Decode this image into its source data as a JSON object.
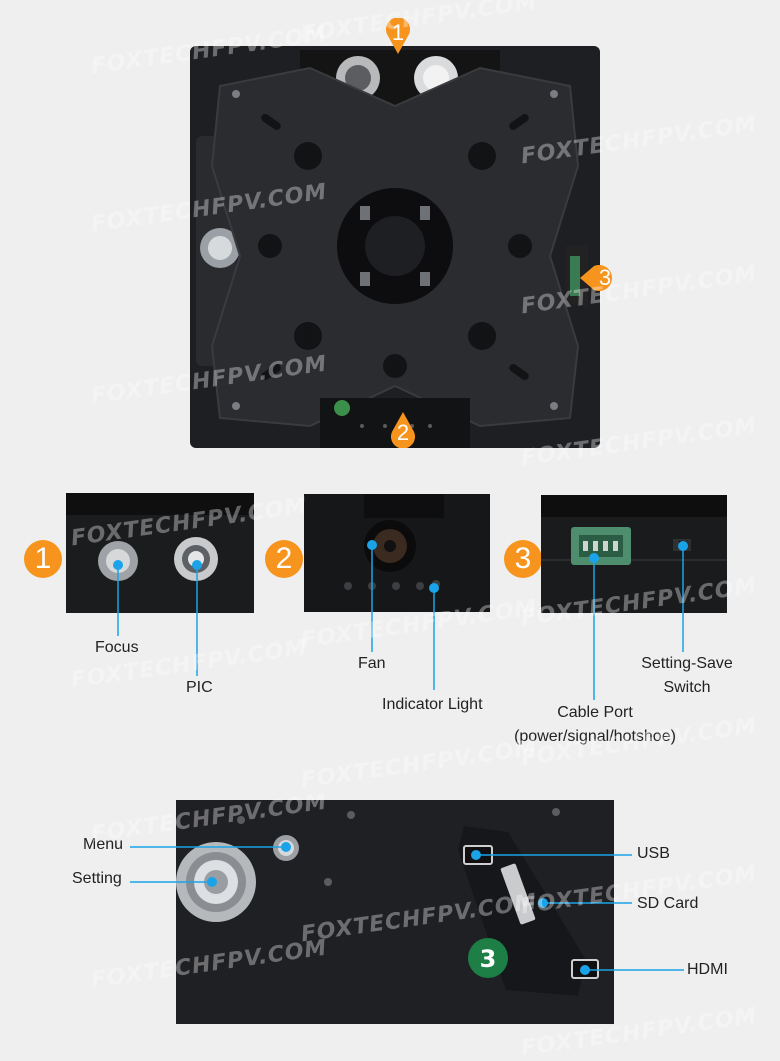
{
  "badges": {
    "b1": "1",
    "b2": "2",
    "b3": "3"
  },
  "labels": {
    "focus": "Focus",
    "pic": "PIC",
    "fan": "Fan",
    "indicator_light": "Indicator Light",
    "cable_port_line1": "Cable Port",
    "cable_port_line2": "(power/signal/hotshoe)",
    "setting_save_line1": "Setting-Save",
    "setting_save_line2": "Switch",
    "menu": "Menu",
    "setting": "Setting",
    "usb": "USB",
    "sd_card": "SD Card",
    "hdmi": "HDMI"
  },
  "watermark": "FOXTECHFPV.COM",
  "device_sticker": "3",
  "colors": {
    "accent_orange": "#f7941d",
    "leader_blue": "#1aa3e8",
    "device_dark": "#1e1f22",
    "background": "#efefef"
  }
}
